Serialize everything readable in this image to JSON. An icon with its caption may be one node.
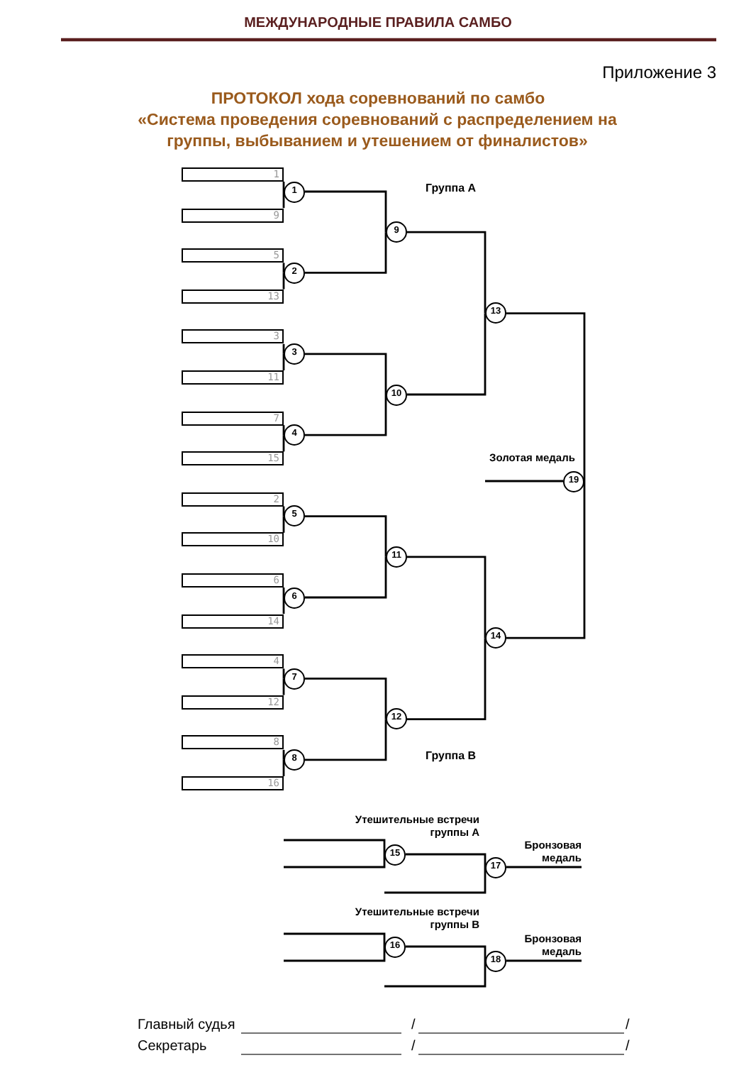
{
  "diagram": {
    "title": "ПРОТОКОЛ хода соревнований по самбо",
    "nodes": [
      {
        "text": [
          "1"
        ]
      },
      {
        "text": [
          "9"
        ]
      },
      {
        "text": [
          "5"
        ]
      },
      {
        "text": [
          "13"
        ]
      },
      {
        "text": [
          "3"
        ]
      },
      {
        "text": [
          "11"
        ]
      },
      {
        "text": [
          "7"
        ]
      },
      {
        "text": [
          "15"
        ]
      },
      {
        "text": [
          "2"
        ]
      },
      {
        "text": [
          "10"
        ]
      },
      {
        "text": [
          "6"
        ]
      },
      {
        "text": [
          "14"
        ]
      },
      {
        "text": [
          "4"
        ]
      },
      {
        "text": [
          "12"
        ]
      },
      {
        "text": [
          "8"
        ]
      },
      {
        "text": [
          "16"
        ]
      },
      {
        "text": [
          "1"
        ]
      },
      {
        "text": [
          "2"
        ]
      },
      {
        "text": [
          "3"
        ]
      },
      {
        "text": [
          "4"
        ]
      },
      {
        "text": [
          "5"
        ]
      },
      {
        "text": [
          "6"
        ]
      },
      {
        "text": [
          "7"
        ]
      },
      {
        "text": [
          "8"
        ]
      },
      {
        "text": [
          "9"
        ]
      },
      {
        "text": [
          "10"
        ]
      },
      {
        "text": [
          "11"
        ]
      },
      {
        "text": [
          "12"
        ]
      },
      {
        "text": [
          "13"
        ]
      },
      {
        "text": [
          "14"
        ]
      },
      {
        "text": [
          "15"
        ]
      },
      {
        "text": [
          "16"
        ]
      },
      {
        "text": [
          "17"
        ]
      },
      {
        "text": [
          "18"
        ]
      },
      {
        "text": [
          "19"
        ]
      }
    ],
    "edges": [
      {
        "from": 0,
        "to": 16,
        "arrow": "none"
      },
      {
        "from": 1,
        "to": 16,
        "arrow": "none"
      },
      {
        "from": 2,
        "to": 17,
        "arrow": "none"
      },
      {
        "from": 3,
        "to": 17,
        "arrow": "none"
      },
      {
        "from": 4,
        "to": 18,
        "arrow": "none"
      },
      {
        "from": 5,
        "to": 18,
        "arrow": "none"
      },
      {
        "from": 6,
        "to": 19,
        "arrow": "none"
      },
      {
        "from": 7,
        "to": 19,
        "arrow": "none"
      },
      {
        "from": 8,
        "to": 20,
        "arrow": "none"
      },
      {
        "from": 9,
        "to": 20,
        "arrow": "none"
      },
      {
        "from": 10,
        "to": 21,
        "arrow": "none"
      },
      {
        "from": 11,
        "to": 21,
        "arrow": "none"
      },
      {
        "from": 12,
        "to": 22,
        "arrow": "none"
      },
      {
        "from": 13,
        "to": 22,
        "arrow": "none"
      },
      {
        "from": 14,
        "to": 23,
        "arrow": "none"
      },
      {
        "from": 15,
        "to": 23,
        "arrow": "none"
      },
      {
        "from": 16,
        "to": 24,
        "arrow": "none"
      },
      {
        "from": 17,
        "to": 24,
        "arrow": "none"
      },
      {
        "from": 18,
        "to": 25,
        "arrow": "none"
      },
      {
        "from": 19,
        "to": 25,
        "arrow": "none"
      },
      {
        "from": 20,
        "to": 26,
        "arrow": "none"
      },
      {
        "from": 21,
        "to": 26,
        "arrow": "none"
      },
      {
        "from": 22,
        "to": 27,
        "arrow": "none"
      },
      {
        "from": 23,
        "to": 27,
        "arrow": "none"
      },
      {
        "from": 24,
        "to": 28,
        "arrow": "none"
      },
      {
        "from": 25,
        "to": 28,
        "arrow": "none"
      },
      {
        "from": 26,
        "to": 29,
        "arrow": "none"
      },
      {
        "from": 27,
        "to": 29,
        "arrow": "none"
      },
      {
        "from": 28,
        "to": 34,
        "arrow": "none"
      },
      {
        "from": 29,
        "to": 34,
        "arrow": "none"
      },
      {
        "from": null,
        "to": 34,
        "arrow": "none",
        "label": "Золотая медаль"
      },
      {
        "from": null,
        "to": 30,
        "arrow": "none"
      },
      {
        "from": null,
        "to": 30,
        "arrow": "none"
      },
      {
        "from": 30,
        "to": 32,
        "arrow": "none"
      },
      {
        "from": null,
        "to": 32,
        "arrow": "none"
      },
      {
        "from": 32,
        "to": null,
        "arrow": "none",
        "label": "Бронзовая медаль"
      },
      {
        "from": null,
        "to": 31,
        "arrow": "none"
      },
      {
        "from": null,
        "to": 31,
        "arrow": "none"
      },
      {
        "from": 31,
        "to": 33,
        "arrow": "none"
      },
      {
        "from": null,
        "to": 33,
        "arrow": "none"
      },
      {
        "from": 33,
        "to": null,
        "arrow": "none",
        "label": "Бронзовая медаль"
      }
    ],
    "labels": [
      "МЕЖДУНАРОДНЫЕ ПРАВИЛА САМБО",
      "Приложение 3",
      "«Система проведения соревнований с распределением на группы, выбыванием и  утешением от финалистов»",
      "Группа А",
      "Группа В",
      "Утешительные встречи группы А",
      "Утешительные встречи группы В",
      "Главный судья",
      "/",
      "/",
      "Секретарь",
      "/",
      "/"
    ]
  }
}
